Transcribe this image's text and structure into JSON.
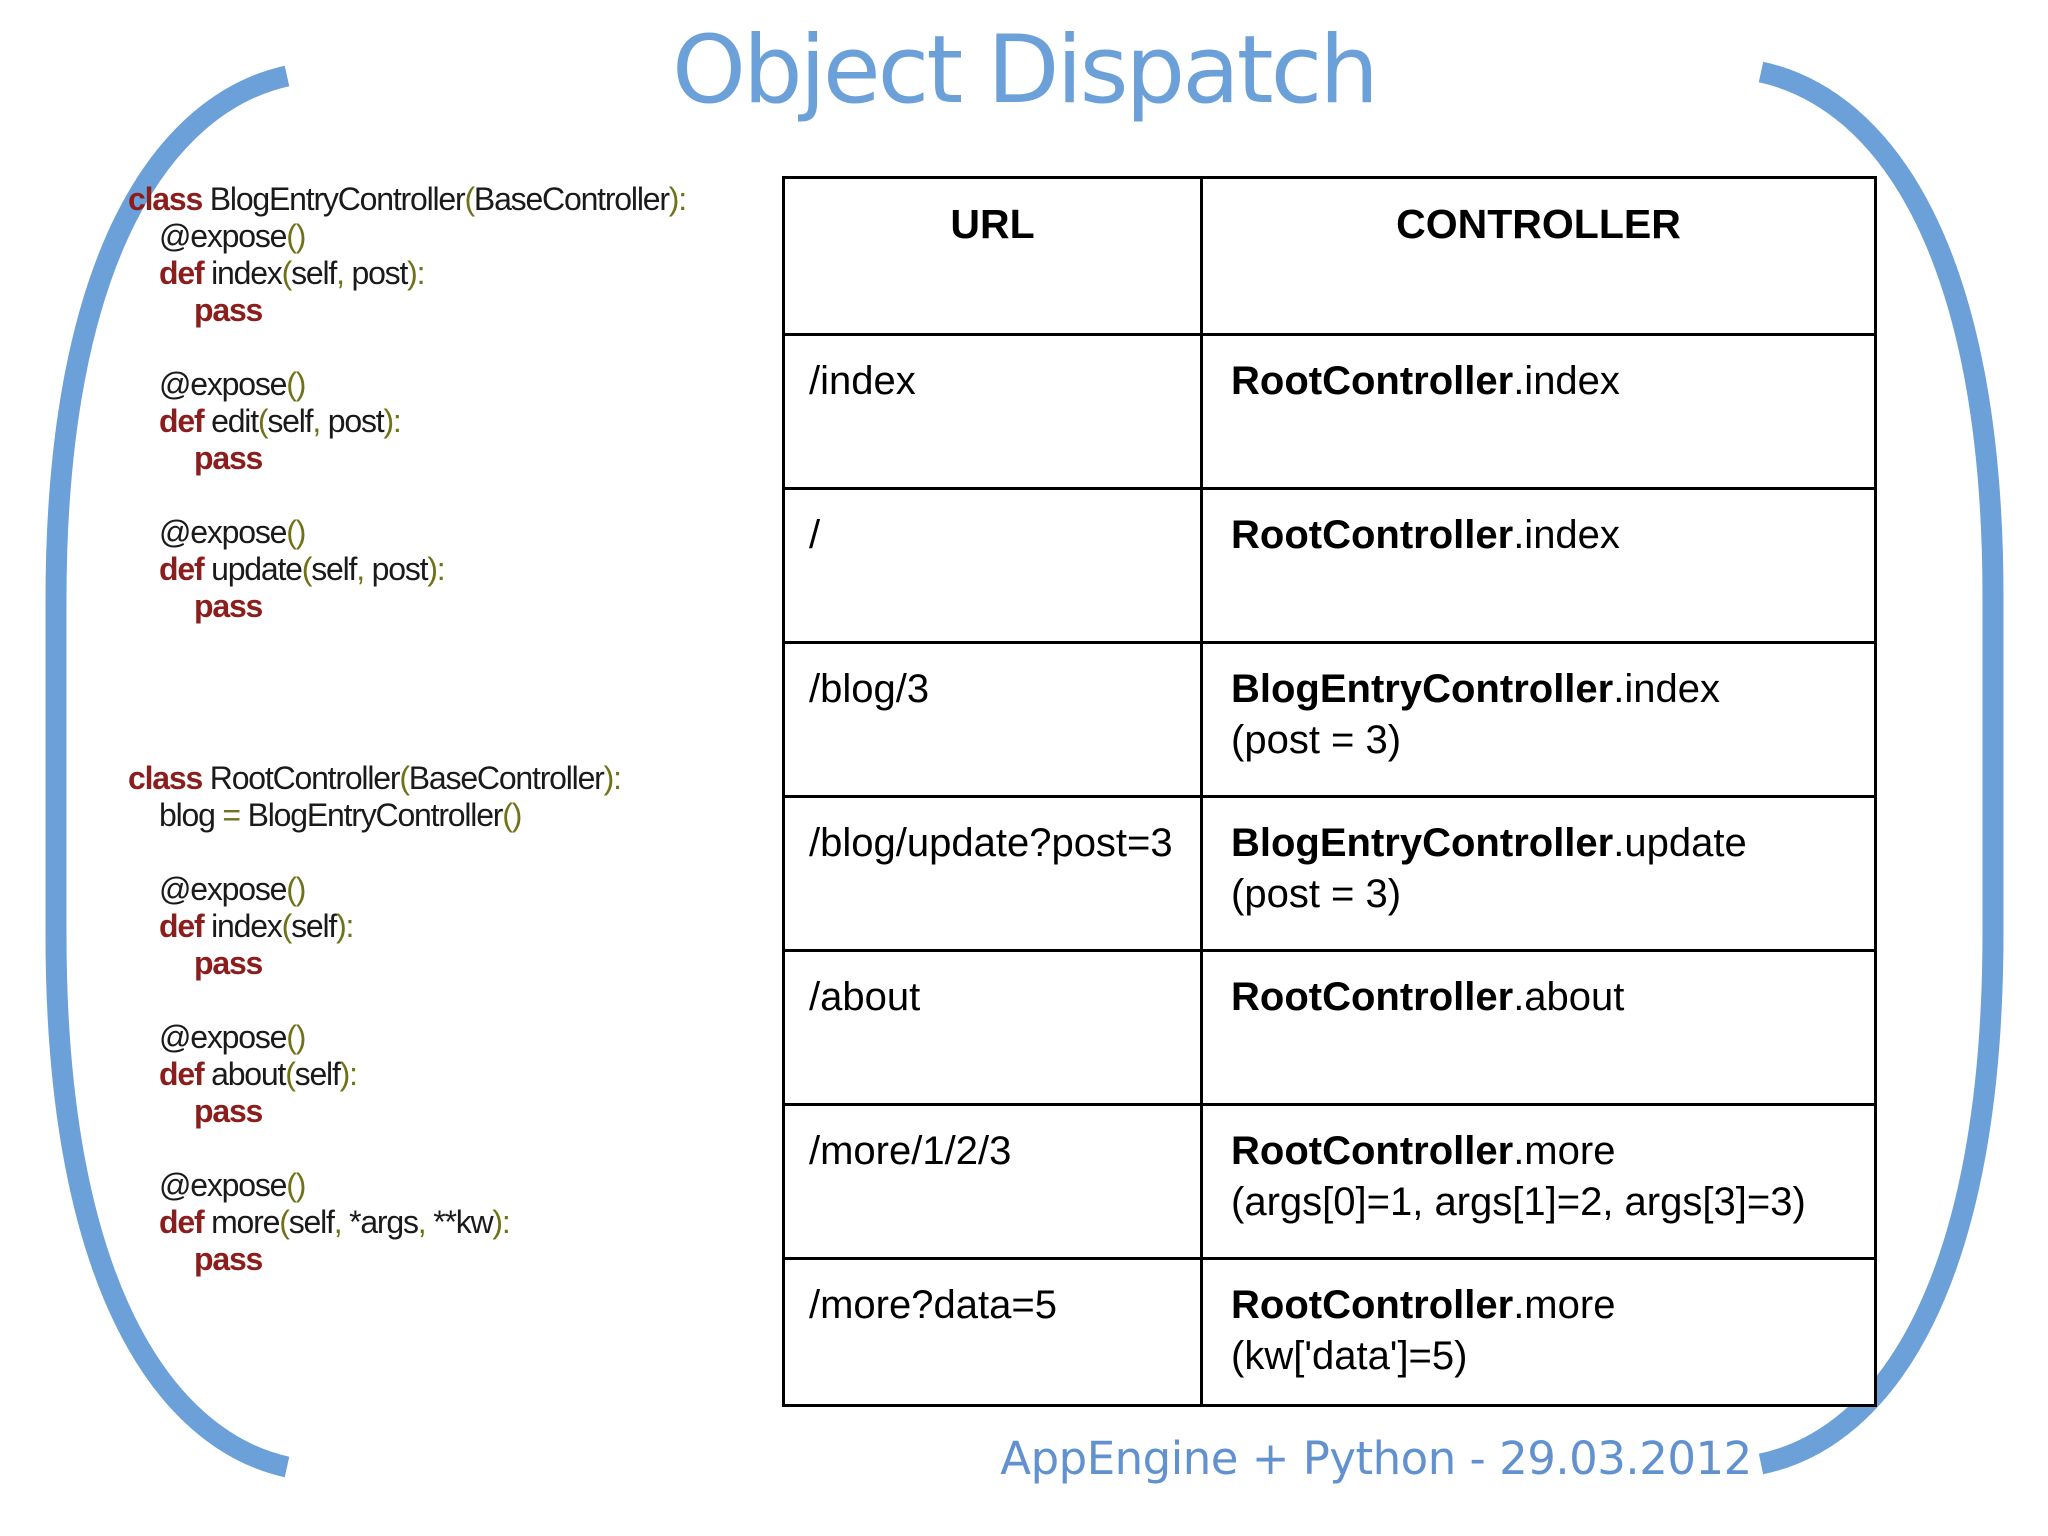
{
  "slide": {
    "title": "Object Dispatch",
    "footer": "AppEngine + Python - 29.03.2012"
  },
  "colors": {
    "accent_blue": "#6CA0D8",
    "footer_blue": "#6191CE",
    "keyword_maroon": "#8C1D1D",
    "punct_olive": "#707218",
    "code_ink": "#1A1A1A",
    "table_line": "#000000"
  },
  "code_blocks": [
    {
      "name": "blog-entry-controller-code",
      "lines": [
        {
          "i": 0,
          "s": [
            [
              "k",
              "class"
            ],
            [
              "t",
              " BlogEntryController"
            ],
            [
              "p",
              "("
            ],
            [
              "t",
              "BaseController"
            ],
            [
              "p",
              "):"
            ]
          ]
        },
        {
          "i": 1,
          "s": [
            [
              "t",
              "@expose"
            ],
            [
              "p",
              "()"
            ]
          ]
        },
        {
          "i": 1,
          "s": [
            [
              "k",
              "def"
            ],
            [
              "t",
              " index"
            ],
            [
              "p",
              "("
            ],
            [
              "t",
              "self"
            ],
            [
              "p",
              ", "
            ],
            [
              "t",
              "post"
            ],
            [
              "p",
              "):"
            ]
          ]
        },
        {
          "i": 2,
          "s": [
            [
              "k",
              "pass"
            ]
          ]
        },
        {
          "i": 0,
          "s": []
        },
        {
          "i": 1,
          "s": [
            [
              "t",
              "@expose"
            ],
            [
              "p",
              "()"
            ]
          ]
        },
        {
          "i": 1,
          "s": [
            [
              "k",
              "def"
            ],
            [
              "t",
              " edit"
            ],
            [
              "p",
              "("
            ],
            [
              "t",
              "self"
            ],
            [
              "p",
              ", "
            ],
            [
              "t",
              "post"
            ],
            [
              "p",
              "):"
            ]
          ]
        },
        {
          "i": 2,
          "s": [
            [
              "k",
              "pass"
            ]
          ]
        },
        {
          "i": 0,
          "s": []
        },
        {
          "i": 1,
          "s": [
            [
              "t",
              "@expose"
            ],
            [
              "p",
              "()"
            ]
          ]
        },
        {
          "i": 1,
          "s": [
            [
              "k",
              "def"
            ],
            [
              "t",
              " update"
            ],
            [
              "p",
              "("
            ],
            [
              "t",
              "self"
            ],
            [
              "p",
              ", "
            ],
            [
              "t",
              "post"
            ],
            [
              "p",
              "):"
            ]
          ]
        },
        {
          "i": 2,
          "s": [
            [
              "k",
              "pass"
            ]
          ]
        }
      ]
    },
    {
      "name": "root-controller-code",
      "lines": [
        {
          "i": 0,
          "s": [
            [
              "k",
              "class"
            ],
            [
              "t",
              " RootController"
            ],
            [
              "p",
              "("
            ],
            [
              "t",
              "BaseController"
            ],
            [
              "p",
              "):"
            ]
          ]
        },
        {
          "i": 1,
          "s": [
            [
              "t",
              "blog "
            ],
            [
              "p",
              "= "
            ],
            [
              "t",
              "BlogEntryController"
            ],
            [
              "p",
              "()"
            ]
          ]
        },
        {
          "i": 0,
          "s": []
        },
        {
          "i": 1,
          "s": [
            [
              "t",
              "@expose"
            ],
            [
              "p",
              "()"
            ]
          ]
        },
        {
          "i": 1,
          "s": [
            [
              "k",
              "def"
            ],
            [
              "t",
              " index"
            ],
            [
              "p",
              "("
            ],
            [
              "t",
              "self"
            ],
            [
              "p",
              "):"
            ]
          ]
        },
        {
          "i": 2,
          "s": [
            [
              "k",
              "pass"
            ]
          ]
        },
        {
          "i": 0,
          "s": []
        },
        {
          "i": 1,
          "s": [
            [
              "t",
              "@expose"
            ],
            [
              "p",
              "()"
            ]
          ]
        },
        {
          "i": 1,
          "s": [
            [
              "k",
              "def"
            ],
            [
              "t",
              " about"
            ],
            [
              "p",
              "("
            ],
            [
              "t",
              "self"
            ],
            [
              "p",
              "):"
            ]
          ]
        },
        {
          "i": 2,
          "s": [
            [
              "k",
              "pass"
            ]
          ]
        },
        {
          "i": 0,
          "s": []
        },
        {
          "i": 1,
          "s": [
            [
              "t",
              "@expose"
            ],
            [
              "p",
              "()"
            ]
          ]
        },
        {
          "i": 1,
          "s": [
            [
              "k",
              "def"
            ],
            [
              "t",
              " more"
            ],
            [
              "p",
              "("
            ],
            [
              "t",
              "self"
            ],
            [
              "p",
              ", "
            ],
            [
              "t",
              "*args"
            ],
            [
              "p",
              ", "
            ],
            [
              "t",
              "**kw"
            ],
            [
              "p",
              "):"
            ]
          ]
        },
        {
          "i": 2,
          "s": [
            [
              "k",
              "pass"
            ]
          ]
        }
      ]
    }
  ],
  "table": {
    "headers": [
      "URL",
      "CONTROLLER"
    ],
    "rows": [
      {
        "url": "/index",
        "bold": "RootController",
        "rest": ".index",
        "detail": ""
      },
      {
        "url": "/",
        "bold": "RootController",
        "rest": ".index",
        "detail": ""
      },
      {
        "url": "/blog/3",
        "bold": "BlogEntryController",
        "rest": ".index",
        "detail": "(post = 3)"
      },
      {
        "url": "/blog/update?post=3",
        "bold": "BlogEntryController",
        "rest": ".update",
        "detail": "(post = 3)"
      },
      {
        "url": "/about",
        "bold": "RootController",
        "rest": ".about",
        "detail": ""
      },
      {
        "url": "/more/1/2/3",
        "bold": "RootController",
        "rest": ".more",
        "detail": "(args[0]=1, args[1]=2, args[3]=3)"
      },
      {
        "url": "/more?data=5",
        "bold": "RootController",
        "rest": ".more",
        "detail": "(kw['data']=5)"
      }
    ]
  }
}
